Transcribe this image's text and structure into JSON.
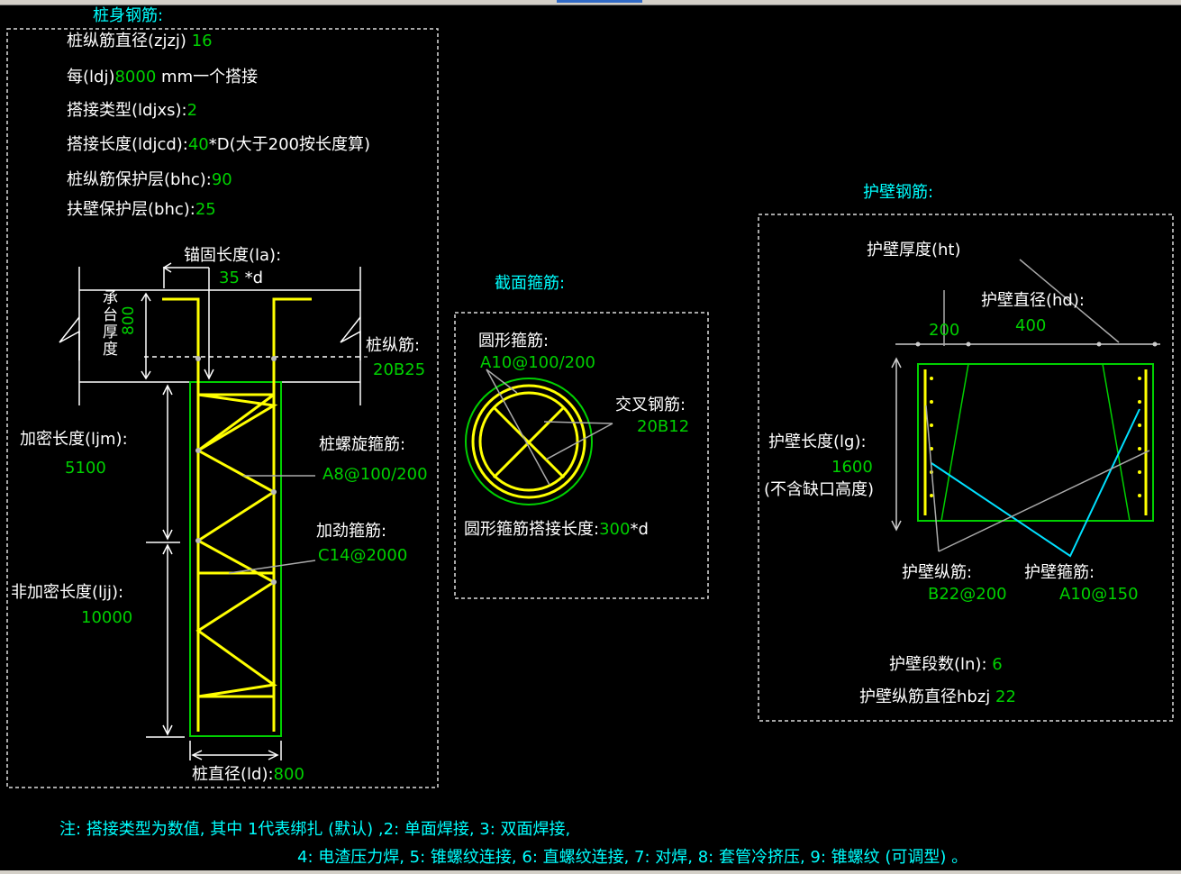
{
  "sections": {
    "pile_body": "桩身钢筋:",
    "section_stirrup": "截面箍筋:",
    "wall": "护壁钢筋:"
  },
  "params": {
    "zjzj_label": "桩纵筋直径(zjzj)",
    "zjzj_value": "16",
    "ldj_label": "每(ldj)",
    "ldj_value": "8000",
    "ldj_unit": "mm一个搭接",
    "ldjxs_label": "搭接类型(ldjxs):",
    "ldjxs_value": "2",
    "ldjcd_label": "搭接长度(ldjcd):",
    "ldjcd_value": "40",
    "ldjcd_unit": "*D(大于200按长度算)",
    "bhc_label": "桩纵筋保护层(bhc):",
    "bhc_value": "90",
    "fbhc_label": "扶壁保护层(bhc):",
    "fbhc_value": "25"
  },
  "pile": {
    "la_label": "锚固长度(la):",
    "la_value": "35",
    "la_unit": "*d",
    "cap_label": "承台厚度",
    "cap_value": "800",
    "zjj_label": "桩纵筋:",
    "zjj_value": "20B25",
    "spiral_label": "桩螺旋箍筋:",
    "spiral_value": "A8@100/200",
    "stiff_label": "加劲箍筋:",
    "stiff_value": "C14@2000",
    "ljm_label": "加密长度(ljm):",
    "ljm_value": "5100",
    "ljj_label": "非加密长度(ljj):",
    "ljj_value": "10000",
    "ld_label": "桩直径(ld):",
    "ld_value": "800"
  },
  "section": {
    "ring_label": "圆形箍筋:",
    "ring_value": "A10@100/200",
    "cross_label": "交叉钢筋:",
    "cross_value": "20B12",
    "lap_label": "圆形箍筋搭接长度:",
    "lap_value": "300",
    "lap_unit": "*d"
  },
  "wall": {
    "ht_label": "护壁厚度(ht)",
    "ht_value": "200",
    "hd_label": "护壁直径(hd):",
    "hd_value": "400",
    "lg_label": "护壁长度(lg):",
    "lg_value": "1600",
    "lg_note": "(不含缺口高度)",
    "zj_label": "护壁纵筋:",
    "zj_value": "B22@200",
    "gj_label": "护壁箍筋:",
    "gj_value": "A10@150",
    "ln_label": "护壁段数(ln):",
    "ln_value": "6",
    "hbzj_label": "护壁纵筋直径hbzj",
    "hbzj_value": "22"
  },
  "notes": {
    "line1": "注: 搭接类型为数值, 其中 1代表绑扎 (默认) ,2: 单面焊接, 3: 双面焊接,",
    "line2": "4: 电渣压力焊, 5: 锥螺纹连接, 6: 直螺纹连接, 7: 对焊, 8: 套管冷挤压, 9: 锥螺纹 (可调型) 。"
  },
  "colors": {
    "yellow": "#ffff00",
    "green": "#00d000",
    "cyan": "#00ffff",
    "white": "#ffffff",
    "gray": "#b4b4b4"
  }
}
